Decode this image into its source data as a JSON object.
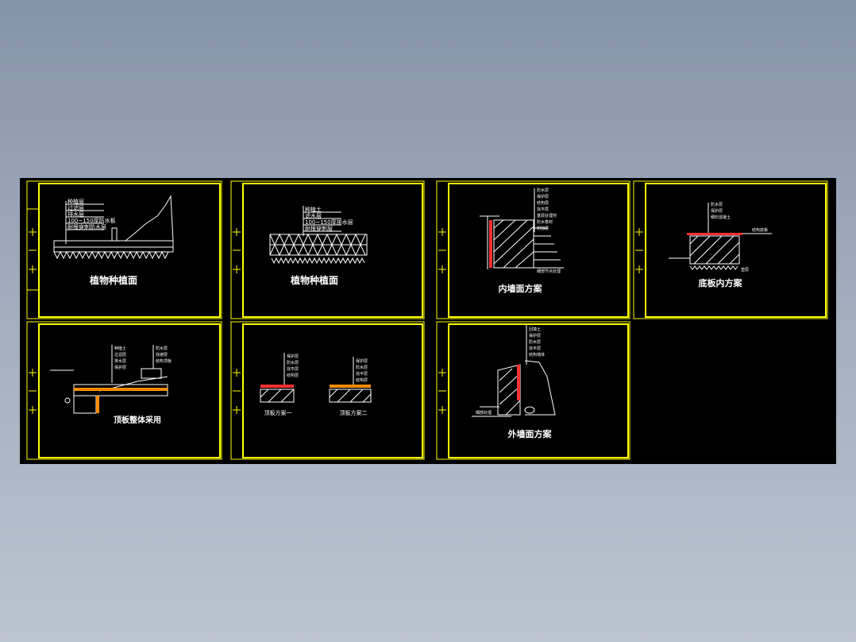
{
  "colors": {
    "background_top": "#8593a8",
    "background_bottom": "#bcc3d0",
    "canvas": "#000000",
    "frame": "#ffff00",
    "line": "#ffffff",
    "accent_red": "#ff3030",
    "accent_orange": "#ff8c00"
  },
  "sheets": [
    {
      "id": "s1",
      "title": "植物种植面",
      "labels": [
        "种植层",
        "过滤层",
        "排水层",
        "100~150厚防水板",
        "耐根穿刺防水层"
      ],
      "icons": [
        "plus-icon",
        "minus-icon",
        "plus-icon"
      ]
    },
    {
      "id": "s2",
      "title": "植物种植面",
      "labels": [
        "种植土",
        "滤水层",
        "100~150厚排水层",
        "耐根穿刺层"
      ],
      "icons": [
        "plus-icon",
        "minus-icon",
        "plus-icon"
      ]
    },
    {
      "id": "s3",
      "title": "内墙面方案",
      "labels": [
        "防水层",
        "保护层",
        "结构层",
        "找平层",
        "基层处理剂",
        "防水卷材",
        "附加层",
        "细部节点处理"
      ],
      "icons": [
        "plus-icon",
        "minus-icon",
        "plus-icon"
      ]
    },
    {
      "id": "s4",
      "title": "底板内方案",
      "labels": [
        "防水层",
        "保护层",
        "细石混凝土",
        "结构底板",
        "垫层"
      ],
      "icons": [
        "plus-icon",
        "minus-icon",
        "plus-icon"
      ]
    },
    {
      "id": "s5",
      "title": "顶板整体采用",
      "labels": [
        "种植土",
        "过滤层",
        "排水层",
        "保护层",
        "防水层",
        "找坡层",
        "结构顶板"
      ],
      "icons": [
        "plus-icon",
        "minus-icon",
        "plus-icon"
      ]
    },
    {
      "id": "s6",
      "titles": [
        "顶板方案一",
        "顶板方案二"
      ],
      "labels": [
        "保护层",
        "防水层",
        "找平层",
        "结构层",
        "保护层",
        "防水层",
        "找平层",
        "结构层"
      ],
      "icons": [
        "plus-icon",
        "minus-icon",
        "plus-icon"
      ]
    },
    {
      "id": "s7",
      "title": "外墙面方案",
      "labels": [
        "回填土",
        "保护层",
        "防水层",
        "找平层",
        "结构墙体",
        "细部处理"
      ],
      "icons": [
        "plus-icon",
        "minus-icon",
        "plus-icon"
      ]
    }
  ]
}
